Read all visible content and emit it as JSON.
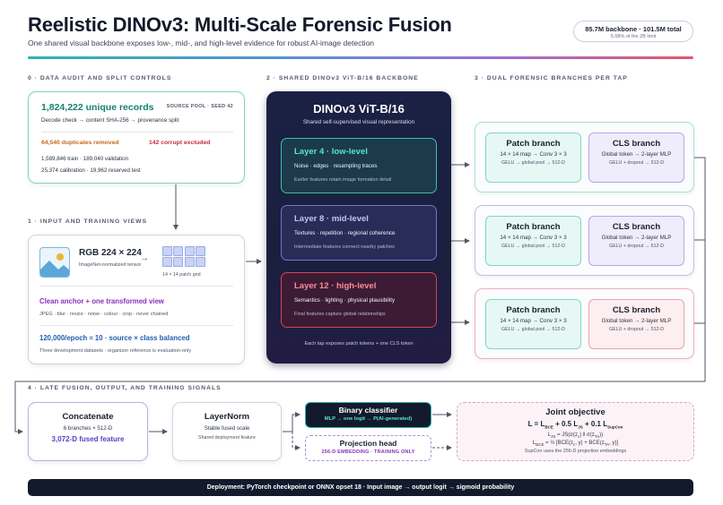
{
  "header": {
    "title": "Reelistic DINOv3: Multi-Scale Forensic Fusion",
    "subtitle": "One shared visual backbone exposes low-, mid-, and high-level evidence for robust AI-image detection",
    "budget_main": "85.7M backbone · 101.5M total",
    "budget_sub": "5.08% of the 2B limit"
  },
  "sections": {
    "s0": "0 · DATA AUDIT AND SPLIT CONTROLS",
    "s1": "1 · INPUT AND TRAINING VIEWS",
    "s2": "2 · SHARED DINOv3 ViT-B/16 BACKBONE",
    "s3": "3 · DUAL FORENSIC BRANCHES PER TAP",
    "s4": "4 · LATE FUSION, OUTPUT, AND TRAINING SIGNALS"
  },
  "audit": {
    "records": "1,824,222 unique records",
    "pool": "SOURCE POOL · SEED 42",
    "check": "Decode check → content SHA-256 → provenance split",
    "duplicates": "64,540 duplicates removed",
    "corrupt": "142 corrupt excluded",
    "split1": "1,589,846 train · 189,040 validation",
    "split2": "25,374 calibration · 19,962 reserved test"
  },
  "input": {
    "rgb": "RGB 224 × 224",
    "norm": "ImageNet-normalized tensor",
    "patch_grid": "14 × 14 patch grid",
    "anchor": "Clean anchor + one transformed view",
    "augs": "JPEG · blur · resize · noise · colour · crop · never chained",
    "epoch": "120,000/epoch ≈ 10 · source × class balanced",
    "dev": "Three development datasets · organizer reference is evaluation-only"
  },
  "backbone": {
    "title": "DINOv3 ViT-B/16",
    "subtitle": "Shared self-supervised visual representation",
    "layers": [
      {
        "title": "Layer 4 · low-level",
        "desc": "Noise · edges · resampling traces",
        "note": "Earlier features retain image formation detail"
      },
      {
        "title": "Layer 8 · mid-level",
        "desc": "Textures · repetition · regional coherence",
        "note": "Intermediate features connect nearby patches"
      },
      {
        "title": "Layer 12 · high-level",
        "desc": "Semantics · lighting · physical plausibility",
        "note": "Final features capture global relationships"
      }
    ],
    "footer": "Each tap exposes patch tokens + one CLS token"
  },
  "branches": {
    "patch": {
      "title": "Patch branch",
      "desc": "14 × 14 map → Conv 3 × 3",
      "detail": "GELU → global pool → 512-D"
    },
    "cls": {
      "title": "CLS branch",
      "desc": "Global token → 2-layer MLP",
      "detail": "GELU + dropout → 512-D"
    }
  },
  "fusion": {
    "concat_title": "Concatenate",
    "concat_desc": "6 branches × 512-D",
    "concat_feature": "3,072-D fused feature",
    "ln_title": "LayerNorm",
    "ln_desc": "Stable fused scale",
    "ln_sub": "Shared deployment feature",
    "binary_title": "Binary classifier",
    "binary_desc": "MLP → one logit → P(AI-generated)",
    "proj_title": "Projection head",
    "proj_desc": "256-D EMBEDDING · TRAINING ONLY",
    "joint_title": "Joint objective",
    "joint_note": "SupCon uses the 256-D projection embeddings"
  },
  "deployment": "Deployment: PyTorch checkpoint or ONNX opset 18 · Input image → output logit → sigmoid probability",
  "colors": {
    "teal": "#2bb5b0",
    "purple": "#7a70c9",
    "red": "#d24558",
    "navy": "#121a2c"
  }
}
